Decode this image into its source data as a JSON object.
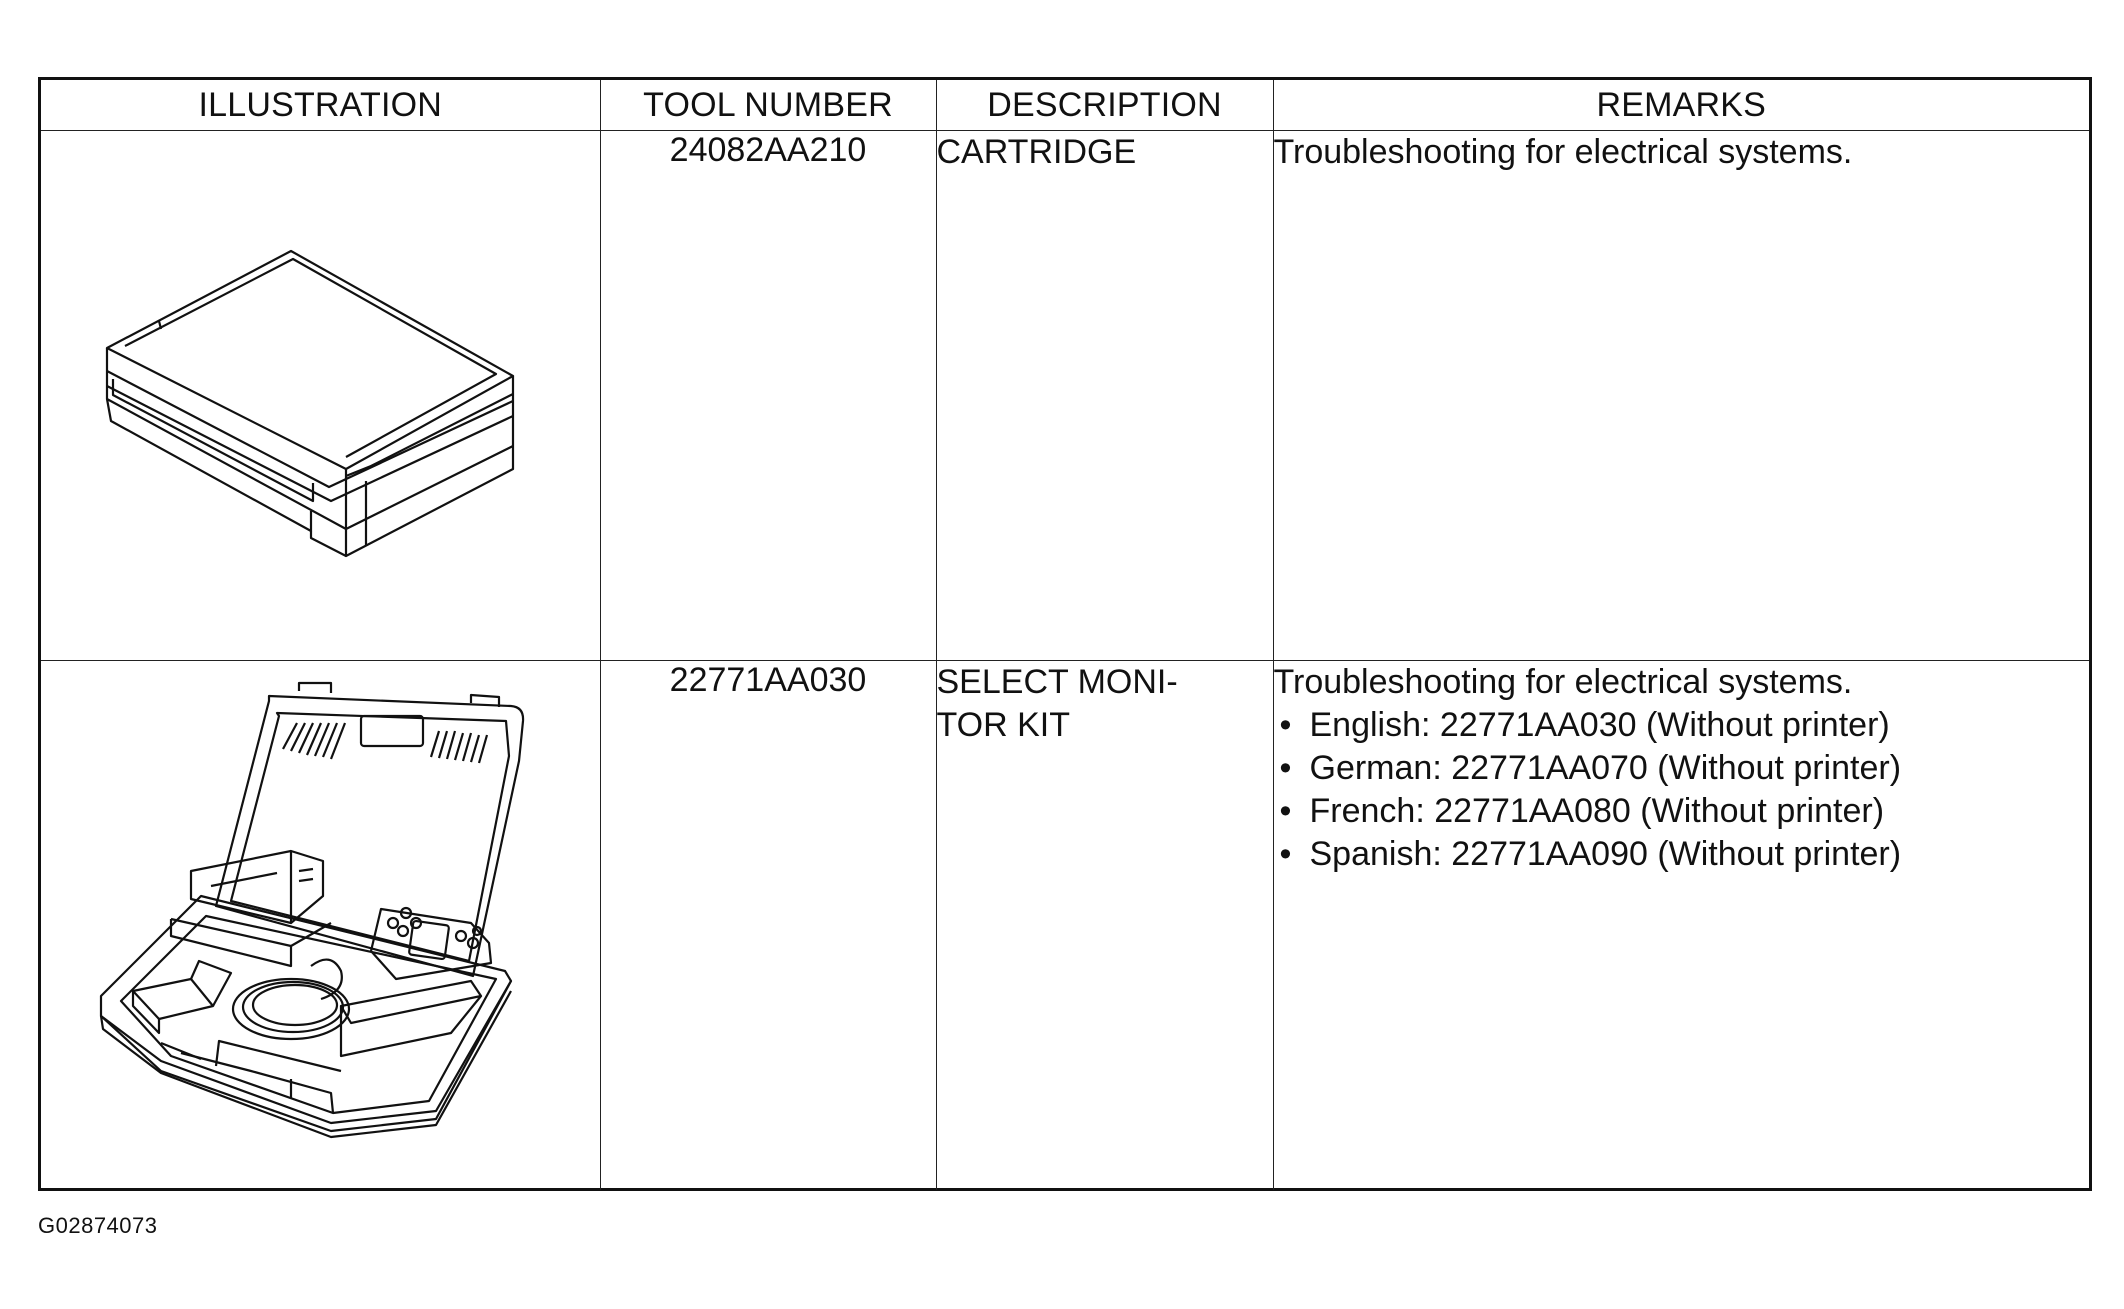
{
  "table": {
    "headers": [
      "ILLUSTRATION",
      "TOOL NUMBER",
      "DESCRIPTION",
      "REMARKS"
    ],
    "rows": [
      {
        "illustration_icon": "cartridge-illustration",
        "tool_number": "24082AA210",
        "description": "CARTRIDGE",
        "remarks": "Troubleshooting for electrical systems.",
        "remarks_list": []
      },
      {
        "illustration_icon": "select-monitor-kit-illustration",
        "tool_number": "22771AA030",
        "description": "SELECT MONI-TOR KIT",
        "description_line1": "SELECT MONI-",
        "description_line2": "TOR KIT",
        "remarks": "Troubleshooting for electrical systems.",
        "remarks_list": [
          "English: 22771AA030 (Without printer)",
          "German: 22771AA070 (Without printer)",
          "French: 22771AA080 (Without printer)",
          "Spanish: 22771AA090 (Without printer)"
        ]
      }
    ]
  },
  "figure_code": "G02874073",
  "colors": {
    "ink": "#111111",
    "paper": "#ffffff"
  }
}
